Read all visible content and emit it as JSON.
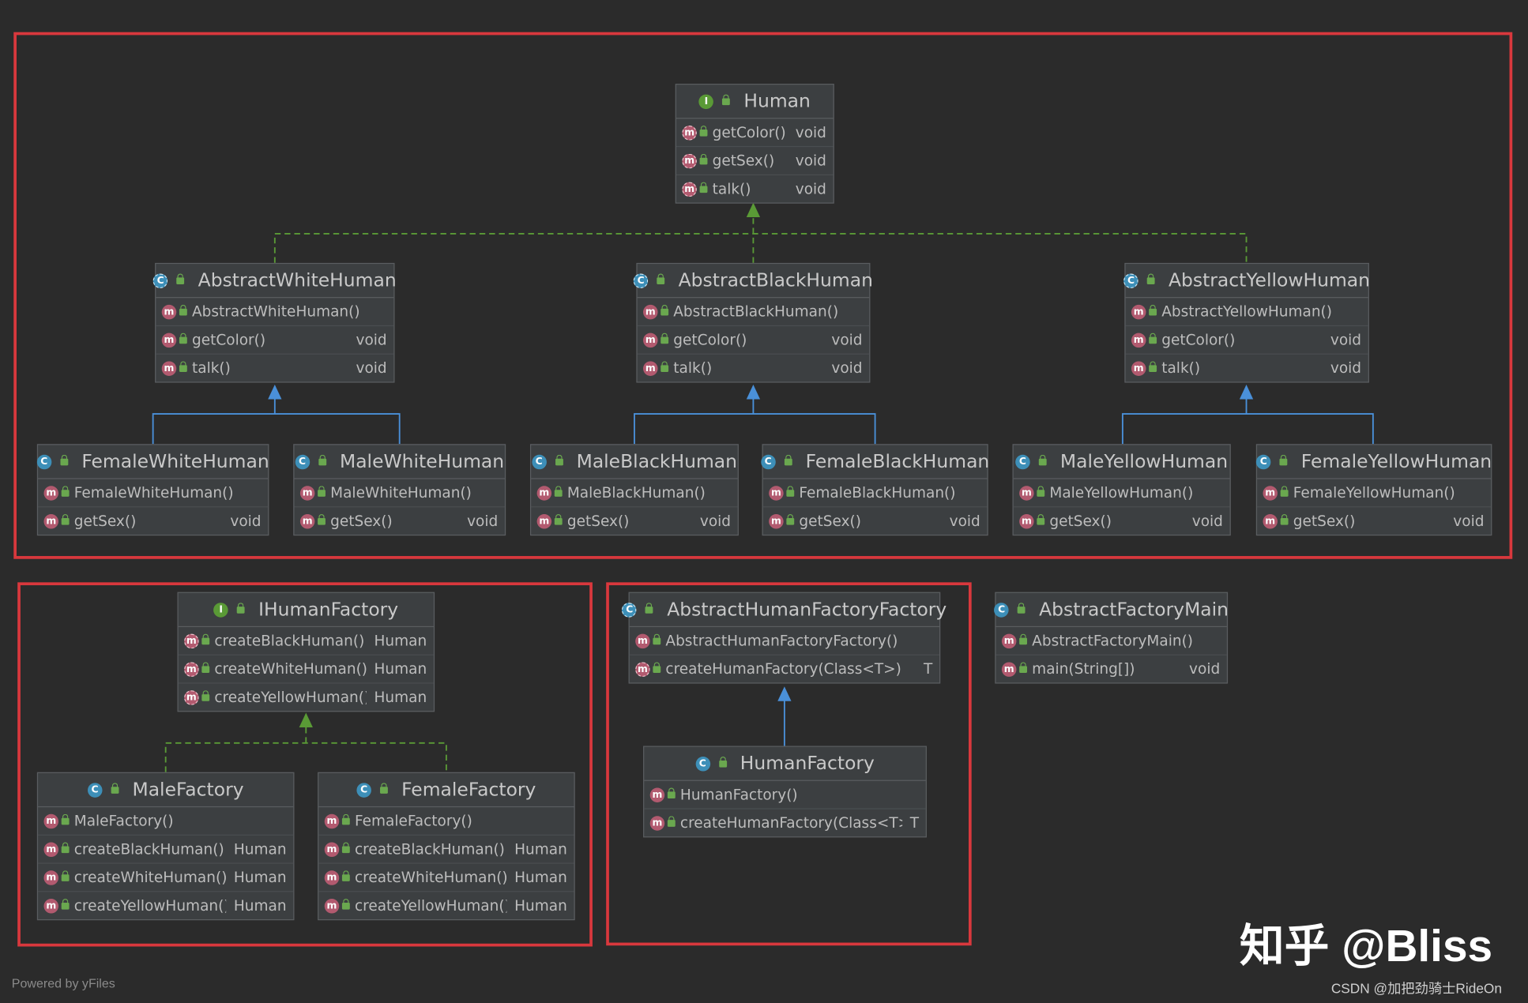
{
  "nodes": {
    "human": {
      "title": "Human",
      "kind": "interface",
      "rows": [
        {
          "name": "getColor()",
          "type": "void",
          "icon": "abstract-method"
        },
        {
          "name": "getSex()",
          "type": "void",
          "icon": "abstract-method"
        },
        {
          "name": "talk()",
          "type": "void",
          "icon": "abstract-method"
        }
      ]
    },
    "abstractWhiteHuman": {
      "title": "AbstractWhiteHuman",
      "kind": "abstract-class",
      "rows": [
        {
          "name": "AbstractWhiteHuman()",
          "type": "",
          "icon": "method"
        },
        {
          "name": "getColor()",
          "type": "void",
          "icon": "method"
        },
        {
          "name": "talk()",
          "type": "void",
          "icon": "method"
        }
      ]
    },
    "abstractBlackHuman": {
      "title": "AbstractBlackHuman",
      "kind": "abstract-class",
      "rows": [
        {
          "name": "AbstractBlackHuman()",
          "type": "",
          "icon": "method"
        },
        {
          "name": "getColor()",
          "type": "void",
          "icon": "method"
        },
        {
          "name": "talk()",
          "type": "void",
          "icon": "method"
        }
      ]
    },
    "abstractYellowHuman": {
      "title": "AbstractYellowHuman",
      "kind": "abstract-class",
      "rows": [
        {
          "name": "AbstractYellowHuman()",
          "type": "",
          "icon": "method"
        },
        {
          "name": "getColor()",
          "type": "void",
          "icon": "method"
        },
        {
          "name": "talk()",
          "type": "void",
          "icon": "method"
        }
      ]
    },
    "femaleWhiteHuman": {
      "title": "FemaleWhiteHuman",
      "kind": "class",
      "rows": [
        {
          "name": "FemaleWhiteHuman()",
          "type": "",
          "icon": "method"
        },
        {
          "name": "getSex()",
          "type": "void",
          "icon": "method"
        }
      ]
    },
    "maleWhiteHuman": {
      "title": "MaleWhiteHuman",
      "kind": "class",
      "rows": [
        {
          "name": "MaleWhiteHuman()",
          "type": "",
          "icon": "method"
        },
        {
          "name": "getSex()",
          "type": "void",
          "icon": "method"
        }
      ]
    },
    "maleBlackHuman": {
      "title": "MaleBlackHuman",
      "kind": "class",
      "rows": [
        {
          "name": "MaleBlackHuman()",
          "type": "",
          "icon": "method"
        },
        {
          "name": "getSex()",
          "type": "void",
          "icon": "method"
        }
      ]
    },
    "femaleBlackHuman": {
      "title": "FemaleBlackHuman",
      "kind": "class",
      "rows": [
        {
          "name": "FemaleBlackHuman()",
          "type": "",
          "icon": "method"
        },
        {
          "name": "getSex()",
          "type": "void",
          "icon": "method"
        }
      ]
    },
    "maleYellowHuman": {
      "title": "MaleYellowHuman",
      "kind": "class",
      "rows": [
        {
          "name": "MaleYellowHuman()",
          "type": "",
          "icon": "method"
        },
        {
          "name": "getSex()",
          "type": "void",
          "icon": "method"
        }
      ]
    },
    "femaleYellowHuman": {
      "title": "FemaleYellowHuman",
      "kind": "class",
      "rows": [
        {
          "name": "FemaleYellowHuman()",
          "type": "",
          "icon": "method"
        },
        {
          "name": "getSex()",
          "type": "void",
          "icon": "method"
        }
      ]
    },
    "iHumanFactory": {
      "title": "IHumanFactory",
      "kind": "interface",
      "rows": [
        {
          "name": "createBlackHuman()",
          "type": "Human",
          "icon": "abstract-method"
        },
        {
          "name": "createWhiteHuman()",
          "type": "Human",
          "icon": "abstract-method"
        },
        {
          "name": "createYellowHuman()",
          "type": "Human",
          "icon": "abstract-method"
        }
      ]
    },
    "maleFactory": {
      "title": "MaleFactory",
      "kind": "class",
      "rows": [
        {
          "name": "MaleFactory()",
          "type": "",
          "icon": "method"
        },
        {
          "name": "createBlackHuman()",
          "type": "Human",
          "icon": "method"
        },
        {
          "name": "createWhiteHuman()",
          "type": "Human",
          "icon": "method"
        },
        {
          "name": "createYellowHuman()",
          "type": "Human",
          "icon": "method"
        }
      ]
    },
    "femaleFactory": {
      "title": "FemaleFactory",
      "kind": "class",
      "rows": [
        {
          "name": "FemaleFactory()",
          "type": "",
          "icon": "method"
        },
        {
          "name": "createBlackHuman()",
          "type": "Human",
          "icon": "method"
        },
        {
          "name": "createWhiteHuman()",
          "type": "Human",
          "icon": "method"
        },
        {
          "name": "createYellowHuman()",
          "type": "Human",
          "icon": "method"
        }
      ]
    },
    "abstractHumanFactoryFactory": {
      "title": "AbstractHumanFactoryFactory",
      "kind": "abstract-class",
      "rows": [
        {
          "name": "AbstractHumanFactoryFactory()",
          "type": "",
          "icon": "method"
        },
        {
          "name": "createHumanFactory(Class<T>)",
          "type": "T",
          "icon": "abstract-method"
        }
      ]
    },
    "humanFactory": {
      "title": "HumanFactory",
      "kind": "class",
      "rows": [
        {
          "name": "HumanFactory()",
          "type": "",
          "icon": "method"
        },
        {
          "name": "createHumanFactory(Class<T>)",
          "type": "T",
          "icon": "method"
        }
      ]
    },
    "abstractFactoryMain": {
      "title": "AbstractFactoryMain",
      "kind": "runnable-class",
      "rows": [
        {
          "name": "AbstractFactoryMain()",
          "type": "",
          "icon": "method"
        },
        {
          "name": "main(String[])",
          "type": "void",
          "icon": "method"
        }
      ]
    }
  },
  "icons": {
    "interface": "I",
    "class": "C",
    "abstract-class": "C",
    "runnable-class": "C",
    "method": "m",
    "abstract-method": "m"
  },
  "colors": {
    "background": "#2b2b2b",
    "frame": "#d9383d",
    "implements": "#5a9a36",
    "extends": "#4a90d9"
  },
  "footer": {
    "powered": "Powered by yFiles",
    "watermark": "知乎 @Bliss",
    "credit": "CSDN @加把劲骑士RideOn"
  }
}
